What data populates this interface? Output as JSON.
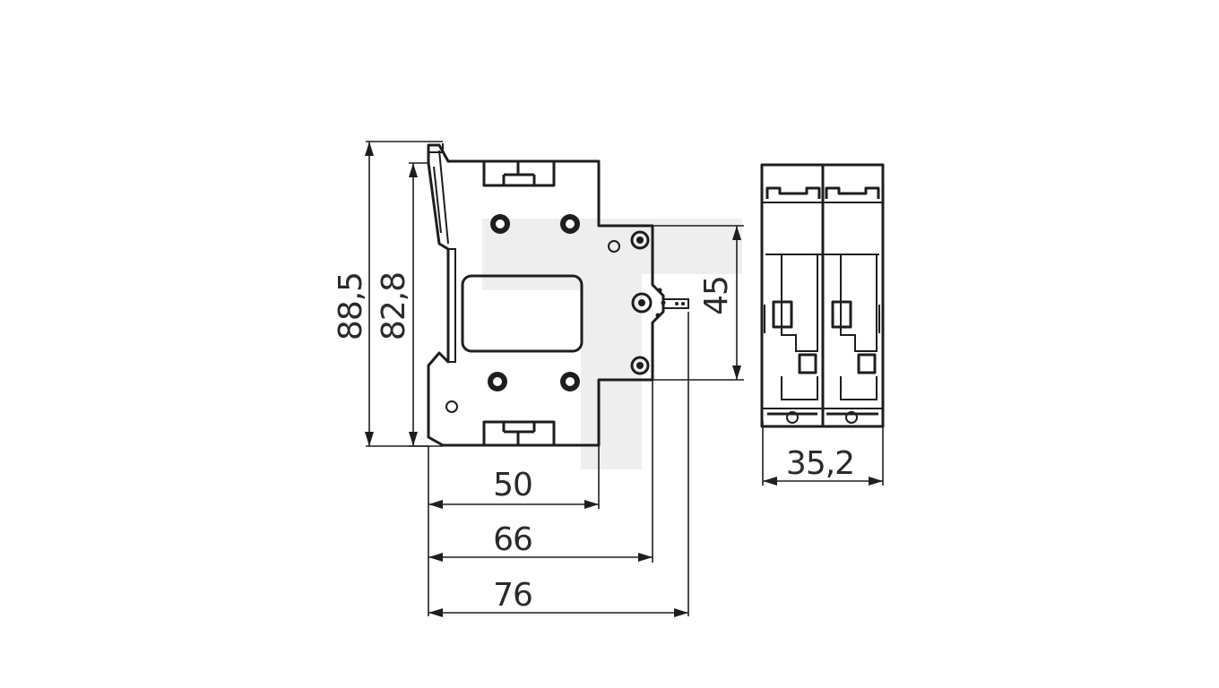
{
  "dimensions": {
    "height_overall": "88,5",
    "height_body": "82,8",
    "height_front": "45",
    "depth_50": "50",
    "depth_66": "66",
    "depth_76": "76",
    "width_front": "35,2"
  },
  "colors": {
    "line": "#1e1e1e",
    "watermark": "#eeeeee"
  },
  "icons": [
    "watermark-logo"
  ]
}
